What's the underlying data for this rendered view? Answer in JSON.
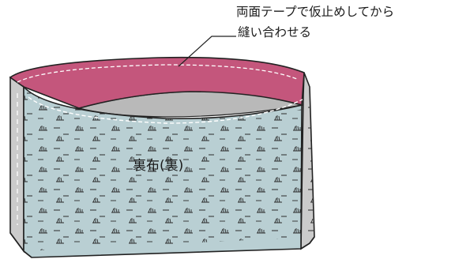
{
  "annotation": {
    "line1": "両面テープで仮止めしてから",
    "line2": "縫い合わせる"
  },
  "bag_label": "裏布(裏)",
  "colors": {
    "lining_fill": "#b9cfd3",
    "band_fill": "#c4567c",
    "band_inner": "#cd6a8e",
    "side_fill": "#cbcbcb",
    "outline": "#222222",
    "stitch": "#ffffff"
  },
  "icons": [
    "grass-tuft-pattern"
  ]
}
